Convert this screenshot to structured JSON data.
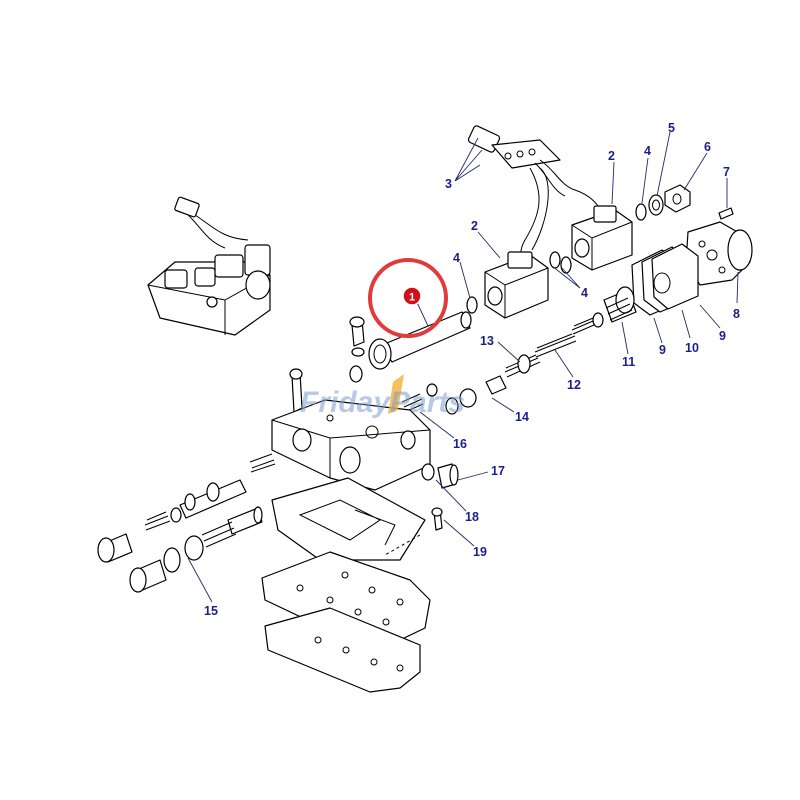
{
  "watermark": "FridayParts",
  "highlight": {
    "label": "1",
    "color": "#d0101a",
    "ring_color": "#e23a3a"
  },
  "label_color": "#1a1f8c",
  "callouts": [
    {
      "id": "c1",
      "text": "5"
    },
    {
      "id": "c2",
      "text": "2"
    },
    {
      "id": "c3",
      "text": "4"
    },
    {
      "id": "c4",
      "text": "6"
    },
    {
      "id": "c5",
      "text": "7"
    },
    {
      "id": "c6",
      "text": "3"
    },
    {
      "id": "c7",
      "text": "2"
    },
    {
      "id": "c8",
      "text": "4"
    },
    {
      "id": "c9",
      "text": "4"
    },
    {
      "id": "c10",
      "text": "8"
    },
    {
      "id": "c11",
      "text": "9"
    },
    {
      "id": "c12",
      "text": "10"
    },
    {
      "id": "c13",
      "text": "9"
    },
    {
      "id": "c14",
      "text": "11"
    },
    {
      "id": "c15",
      "text": "13"
    },
    {
      "id": "c16",
      "text": "12"
    },
    {
      "id": "c17",
      "text": "14"
    },
    {
      "id": "c18",
      "text": "16"
    },
    {
      "id": "c19",
      "text": "17"
    },
    {
      "id": "c20",
      "text": "18"
    },
    {
      "id": "c21",
      "text": "19"
    },
    {
      "id": "c22",
      "text": "15"
    }
  ]
}
